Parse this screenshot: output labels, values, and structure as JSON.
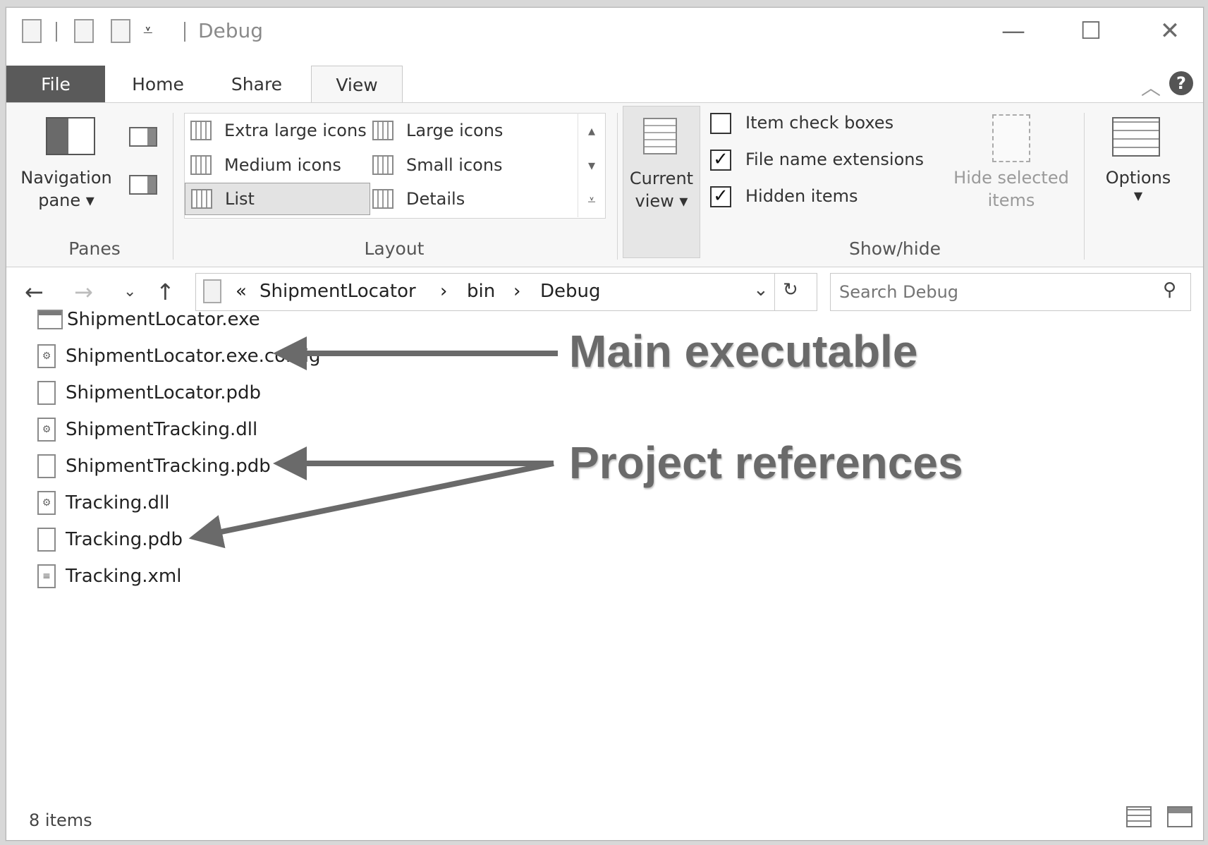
{
  "window": {
    "title": "Debug"
  },
  "tabs": [
    "File",
    "Home",
    "Share",
    "View"
  ],
  "ribbon": {
    "panes": {
      "nav_pane_line1": "Navigation",
      "nav_pane_line2": "pane ▾",
      "label": "Panes"
    },
    "layout": {
      "items": [
        "Extra large icons",
        "Large icons",
        "Medium icons",
        "Small icons",
        "List",
        "Details"
      ],
      "selected": "List",
      "label": "Layout"
    },
    "current_view": {
      "line1": "Current",
      "line2": "view ▾"
    },
    "show_hide": {
      "item_check_boxes": {
        "label": "Item check boxes",
        "checked": false
      },
      "file_name_extensions": {
        "label": "File name extensions",
        "checked": true
      },
      "hidden_items": {
        "label": "Hidden items",
        "checked": true
      },
      "hide_selected_line1": "Hide selected",
      "hide_selected_line2": "items",
      "label": "Show/hide"
    },
    "options": {
      "label": "Options"
    }
  },
  "address": {
    "overflow": "«",
    "crumbs": [
      "ShipmentLocator",
      "bin",
      "Debug"
    ],
    "separator": "›",
    "search_placeholder": "Search Debug"
  },
  "files": [
    {
      "name": "ShipmentLocator.exe",
      "type": "exe"
    },
    {
      "name": "ShipmentLocator.exe.config",
      "type": "config"
    },
    {
      "name": "ShipmentLocator.pdb",
      "type": "file"
    },
    {
      "name": "ShipmentTracking.dll",
      "type": "dll"
    },
    {
      "name": "ShipmentTracking.pdb",
      "type": "file"
    },
    {
      "name": "Tracking.dll",
      "type": "dll"
    },
    {
      "name": "Tracking.pdb",
      "type": "file"
    },
    {
      "name": "Tracking.xml",
      "type": "xml"
    }
  ],
  "annotations": {
    "main": "Main executable",
    "refs": "Project references"
  },
  "status": {
    "count": "8 items"
  },
  "colors": {
    "file_tab": "#5a5a5a",
    "annotation": "#6a6a6a"
  }
}
